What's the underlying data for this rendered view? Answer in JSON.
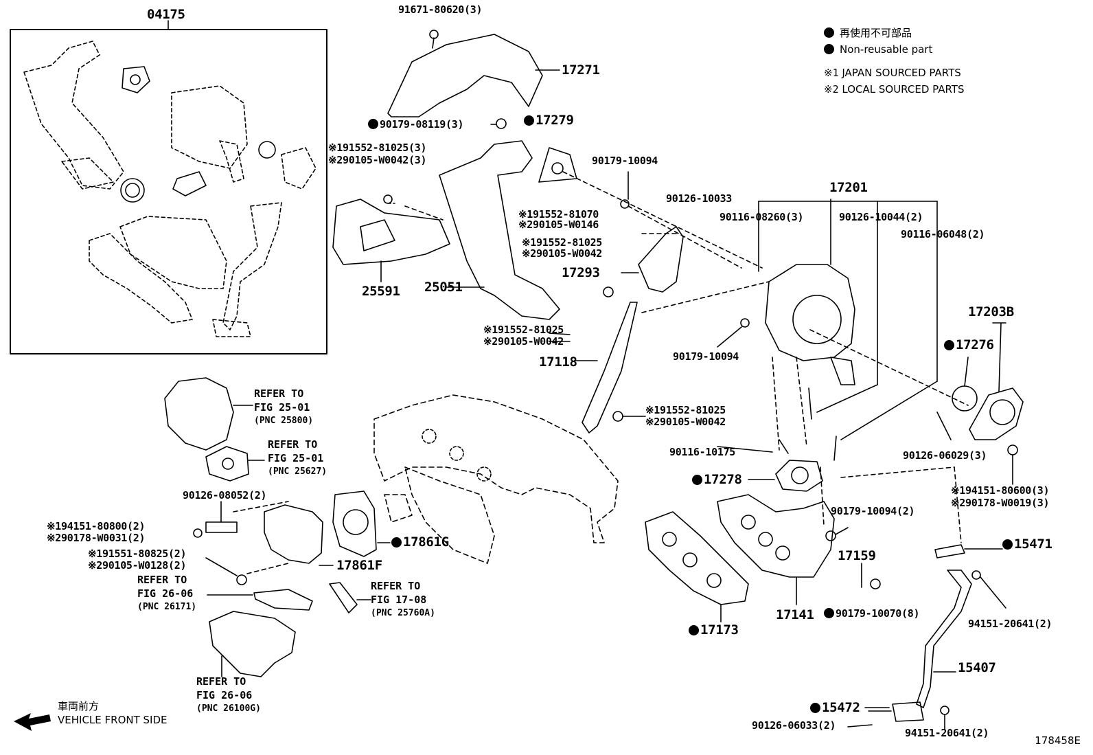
{
  "legend": {
    "non_reusable_jp": "再使用不可部品",
    "non_reusable_en": "Non-reusable part",
    "note1_mark": "※1",
    "note1_text": "JAPAN SOURCED PARTS",
    "note2_mark": "※2",
    "note2_text": "LOCAL SOURCED PARTS"
  },
  "assembly_box_label": "04175",
  "labels": {
    "l_91671": "91671-80620(3)",
    "l_17271": "17271",
    "l_90179_08119": "90179-08119(3)",
    "l_17279": "17279",
    "l_191552_81025_a": "※191552-81025(3)",
    "l_290105_w0042_a": "※290105-W0042(3)",
    "l_90179_10094_a": "90179-10094",
    "l_17201": "17201",
    "l_90126_10033": "90126-10033",
    "l_90116_08260": "90116-08260(3)",
    "l_90126_10044": "90126-10044(2)",
    "l_90116_06048": "90116-06048(2)",
    "l_191552_81070": "※191552-81070",
    "l_290105_w0146": "※290105-W0146",
    "l_191552_81025_b": "※191552-81025",
    "l_290105_w0042_b": "※290105-W0042",
    "l_17293": "17293",
    "l_25591": "25591",
    "l_25051": "25051",
    "l_191552_81025_c": "※191552-81025",
    "l_290105_w0042_c": "※290105-W0042",
    "l_17118": "17118",
    "l_90179_10094_b": "90179-10094",
    "l_17203b": "17203B",
    "l_17276": "17276",
    "l_191552_81025_d": "※191552-81025",
    "l_290105_w0042_d": "※290105-W0042",
    "l_90116_10175": "90116-10175",
    "l_90126_06029": "90126-06029(3)",
    "l_17278": "17278",
    "l_194151_80600": "※194151-80600(3)",
    "l_290178_w0019": "※290178-W0019(3)",
    "l_90179_10094_c": "90179-10094(2)",
    "l_15471": "15471",
    "l_17159": "17159",
    "l_17141": "17141",
    "l_90179_10070": "90179-10070(8)",
    "l_94151_20641_a": "94151-20641(2)",
    "l_17173": "17173",
    "l_15407": "15407",
    "l_15472": "15472",
    "l_90126_06033": "90126-06033(2)",
    "l_94151_20641_b": "94151-20641(2)",
    "l_90126_08052": "90126-08052(2)",
    "l_194151_80800": "※194151-80800(2)",
    "l_290178_w0031": "※290178-W0031(2)",
    "l_191551_80825": "※191551-80825(2)",
    "l_290105_w0128": "※290105-W0128(2)",
    "l_17861g": "17861G",
    "l_17861f": "17861F"
  },
  "refs": [
    {
      "line1": "REFER TO",
      "line2": "FIG 25-01",
      "pnc": "(PNC 25800)"
    },
    {
      "line1": "REFER TO",
      "line2": "FIG 25-01",
      "pnc": "(PNC 25627)"
    },
    {
      "line1": "REFER TO",
      "line2": "FIG 26-06",
      "pnc": "(PNC 26171)"
    },
    {
      "line1": "REFER TO",
      "line2": "FIG 17-08",
      "pnc": "(PNC 25760A)"
    },
    {
      "line1": "REFER TO",
      "line2": "FIG 26-06",
      "pnc": "(PNC 26100G)"
    }
  ],
  "front": {
    "jp": "車両前方",
    "en": "VEHICLE FRONT SIDE"
  },
  "figure_number": "178458E"
}
